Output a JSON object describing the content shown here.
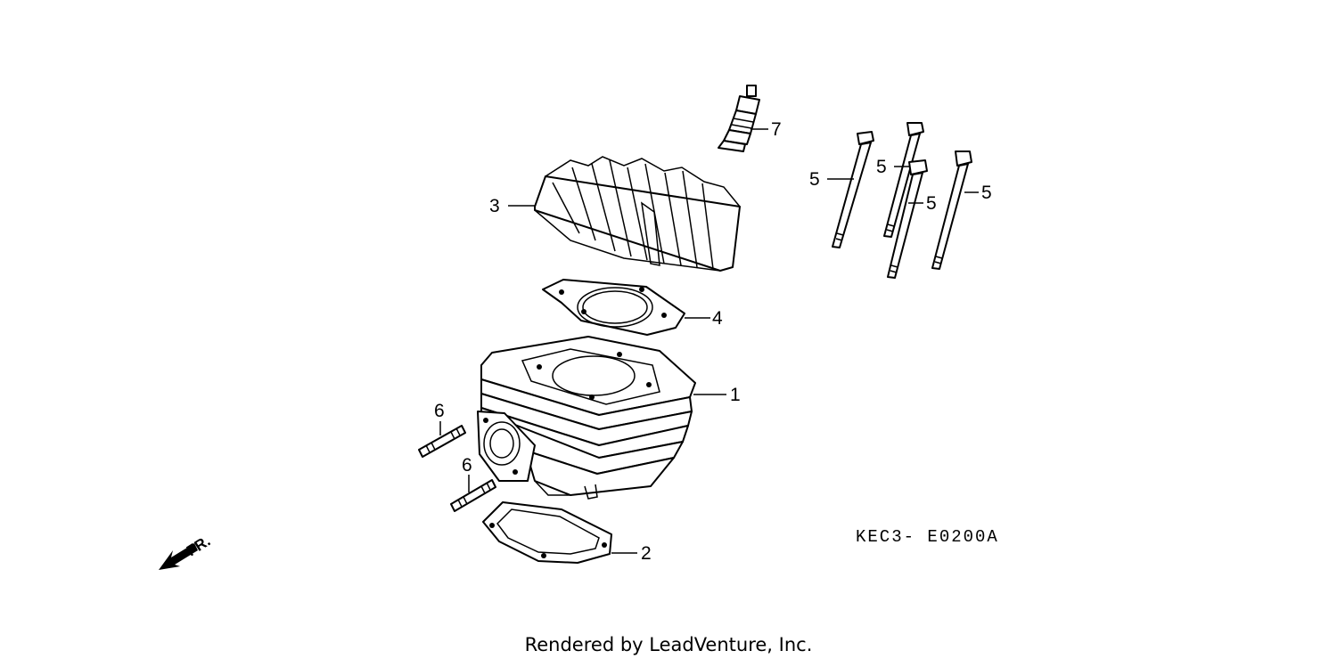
{
  "callouts": {
    "cylinder": "1",
    "base_gasket": "2",
    "cylinder_head": "3",
    "head_gasket": "4",
    "bolt_a": "5",
    "bolt_b": "5",
    "bolt_c": "5",
    "bolt_d": "5",
    "stud_upper": "6",
    "stud_lower": "6",
    "spark_plug": "7"
  },
  "diagram_code": "KEC3- E0200A",
  "front_marker": "FR.",
  "footer_text": "Rendered by LeadVenture, Inc."
}
